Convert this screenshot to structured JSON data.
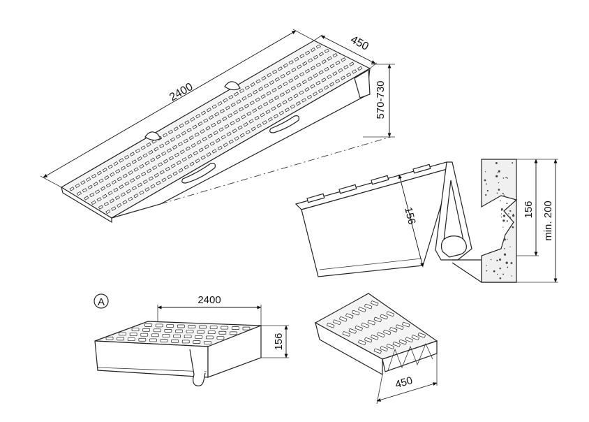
{
  "dimensions": {
    "ramp_length": "2400",
    "ramp_width": "450",
    "ramp_height_range": "570-730",
    "detail_section_height": "156",
    "detail_step_height": "156",
    "detail_min_height": "min. 200",
    "module_length": "2400",
    "module_height": "156",
    "module_width": "450"
  },
  "labels": {
    "section_marker": "A"
  }
}
